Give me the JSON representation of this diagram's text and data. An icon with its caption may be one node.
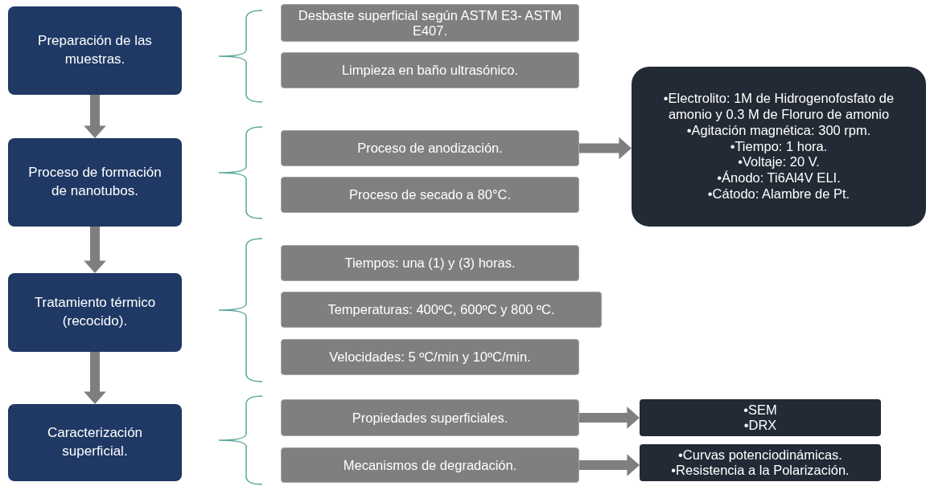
{
  "diagram": {
    "nodes": [
      {
        "text": [
          "Preparación de las muestras."
        ]
      },
      {
        "text": [
          "Desbaste superficial según ASTM E3- ASTM E407."
        ]
      },
      {
        "text": [
          "Limpieza en baño ultrasónico."
        ]
      },
      {
        "text": [
          "Proceso de formación de nanotubos."
        ]
      },
      {
        "text": [
          "Proceso de anodización."
        ]
      },
      {
        "text": [
          "Proceso de secado a 80°C."
        ]
      },
      {
        "text": [
          "•Electrolito: 1M de Hidrogenofosfato de amonio y 0.3 M de Floruro de amonio",
          "•Agitación magnética: 300 rpm.",
          "•Tiempo: 1 hora.",
          "•Voltaje: 20 V.",
          "•Ánodo: Ti6Al4V ELI.",
          "•Cátodo: Alambre de Pt."
        ]
      },
      {
        "text": [
          "Tratamiento térmico (recocido)."
        ]
      },
      {
        "text": [
          "Tiempos: una (1) y (3) horas."
        ]
      },
      {
        "text": [
          "Temperaturas: 400ºC, 600ºC y 800 ºC."
        ]
      },
      {
        "text": [
          "Velocidades: 5 ºC/min y 10ºC/min."
        ]
      },
      {
        "text": [
          "Caracterización superficial."
        ]
      },
      {
        "text": [
          "Propiedades superficiales."
        ]
      },
      {
        "text": [
          "Mecanismos de degradación."
        ]
      },
      {
        "text": [
          "•SEM",
          "•DRX"
        ]
      },
      {
        "text": [
          "•Curvas potenciodinámicas.",
          "•Resistencia a la Polarización."
        ]
      }
    ],
    "edges": [
      {
        "from": 0,
        "to": 3,
        "arrow": "to"
      },
      {
        "from": 3,
        "to": 7,
        "arrow": "to"
      },
      {
        "from": 7,
        "to": 11,
        "arrow": "to"
      },
      {
        "from": 4,
        "to": 6,
        "arrow": "to"
      },
      {
        "from": 12,
        "to": 14,
        "arrow": "to"
      },
      {
        "from": 13,
        "to": 15,
        "arrow": "to"
      }
    ]
  }
}
